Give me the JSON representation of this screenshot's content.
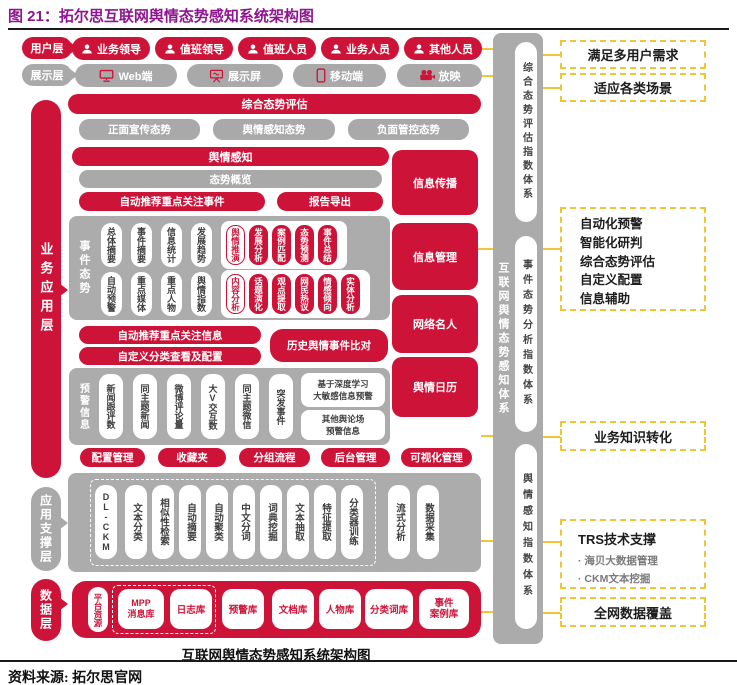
{
  "title": "图 21：拓尔思互联网舆情态势感知系统架构图",
  "source": "资料来源: 拓尔思官网",
  "caption": "互联网舆情态势感知系统架构图",
  "colors": {
    "red": "#CE1339",
    "gray": "#A9A9A9",
    "yellow": "#F0C53C",
    "purple": "#8E1690"
  },
  "left_labels": {
    "user": "用户层",
    "display": "展示层",
    "business": "业务应用层",
    "support": "应用支撑层",
    "data": "数据层"
  },
  "user_layer": {
    "items": [
      {
        "label": "业务领导",
        "icon": "person-icon"
      },
      {
        "label": "值班领导",
        "icon": "person-icon"
      },
      {
        "label": "值班人员",
        "icon": "person-icon"
      },
      {
        "label": "业务人员",
        "icon": "person-icon"
      },
      {
        "label": "其他人员",
        "icon": "person-icon"
      }
    ]
  },
  "display_layer": {
    "items": [
      {
        "label": "Web端",
        "icon": "monitor-icon"
      },
      {
        "label": "展示屏",
        "icon": "presentation-icon"
      },
      {
        "label": "移动端",
        "icon": "phone-icon"
      },
      {
        "label": "放映",
        "icon": "projector-icon"
      }
    ]
  },
  "assessment": {
    "bar": "综合态势评估",
    "pills": [
      "正面宣传态势",
      "舆情感知态势",
      "负面管控态势"
    ]
  },
  "perception": {
    "bar": "舆情感知",
    "overview": "态势概览",
    "auto_event": "自动推荐重点关注事件",
    "report": "报告导出"
  },
  "event_box": {
    "label": "事件态势",
    "row1_pills": [
      "总体摘要",
      "事件摘要",
      "信息统计",
      "发展趋势"
    ],
    "row1_outlined": "舆情推演",
    "row1_red": [
      "发展分析",
      "案例匹配",
      "态势预测",
      "事件总结"
    ],
    "row2_pills": [
      "自动预警",
      "重点媒体",
      "重点人物",
      "舆情指数"
    ],
    "row2_outlined": "内容分析",
    "row2_red": [
      "话题演化",
      "观点提取",
      "网民热议",
      "情感倾向",
      "实体分析"
    ]
  },
  "info_pills": {
    "auto_info": "自动推荐重点关注信息",
    "custom": "自定义分类查看及配置",
    "history": "历史舆情事件比对"
  },
  "warning_box": {
    "label": "预警信息",
    "pills": [
      "新闻跟评数",
      "同主题新闻",
      "微博评论量",
      "大V交互数",
      "同主题微信",
      "突发事件"
    ],
    "boxes": [
      {
        "text": "基于深度学习\n大敏感信息预警"
      },
      {
        "text": "其他舆论场\n预警信息"
      }
    ]
  },
  "manage_pills": [
    "配置管理",
    "收藏夹",
    "分组流程",
    "后台管理",
    "可视化管理"
  ],
  "right_red_boxes": [
    "信息传播",
    "信息管理",
    "网络名人",
    "舆情日历"
  ],
  "support_box": {
    "dlckm": "DL-CKM",
    "pills": [
      "文本分类",
      "相似性检索",
      "自动摘要",
      "自动聚类",
      "中文分词",
      "词典挖掘",
      "文本抽取",
      "特征提取",
      "分类器训练"
    ],
    "outer_pills": [
      "流式分析",
      "数据采集"
    ]
  },
  "data_box": {
    "platform": "平台资源",
    "dashed_pills": [
      "MPP\n消息库",
      "日志库"
    ],
    "pills": [
      "预警库",
      "文档库",
      "人物库",
      "分类词库",
      "事件\n案例库"
    ]
  },
  "right_bar": {
    "label": "互联网舆情态势感知体系",
    "pills": [
      "综合态势评估指数体系",
      "事件态势分析指数体系",
      "舆情感知指数体系"
    ]
  },
  "right_boxes": {
    "b1": "满足多用户需求",
    "b2": "适应各类场景",
    "b3": "自动化预警\n智能化研判\n综合态势评估\n自定义配置\n信息辅助",
    "b4": "业务知识转化",
    "b5_title": "TRS技术支撑",
    "b5_items": [
      "· 海贝大数据管理",
      "· CKM文本挖掘"
    ],
    "b6": "全网数据覆盖"
  }
}
